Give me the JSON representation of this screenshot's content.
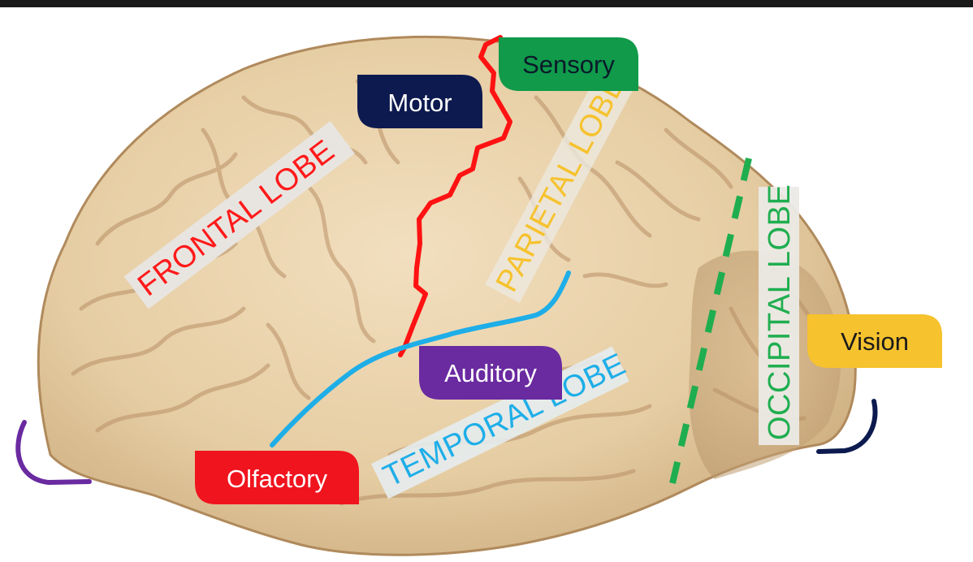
{
  "lobes": {
    "frontal": {
      "label": "FRONTAL LOBE",
      "color": "#ff1a1a"
    },
    "parietal": {
      "label": "PARIETAL LOBE",
      "color": "#f6c22e"
    },
    "temporal": {
      "label": "TEMPORAL LOBE",
      "color": "#1eaee8"
    },
    "occipital": {
      "label": "OCCIPITAL LOBE",
      "color": "#1fae4f"
    }
  },
  "functions": {
    "motor": {
      "label": "Motor",
      "bg": "#0c1a4f",
      "fg": "#ffffff"
    },
    "sensory": {
      "label": "Sensory",
      "bg": "#109a4a",
      "fg": "#0b1a2a"
    },
    "auditory": {
      "label": "Auditory",
      "bg": "#6a2aa0",
      "fg": "#ffffff"
    },
    "olfactory": {
      "label": "Olfactory",
      "bg": "#f0141e",
      "fg": "#ffffff"
    },
    "vision": {
      "label": "Vision",
      "bg": "#f6c22e",
      "fg": "#1a1a1a"
    }
  },
  "boundaries": {
    "central_sulcus": {
      "color": "#ff1212"
    },
    "lateral_sulcus": {
      "color": "#1eaee8"
    },
    "parieto_occipital": {
      "color": "#1fae4f"
    }
  },
  "icons": {
    "left_bracket": "purple-bracket-icon",
    "right_bracket": "navy-bracket-icon"
  }
}
